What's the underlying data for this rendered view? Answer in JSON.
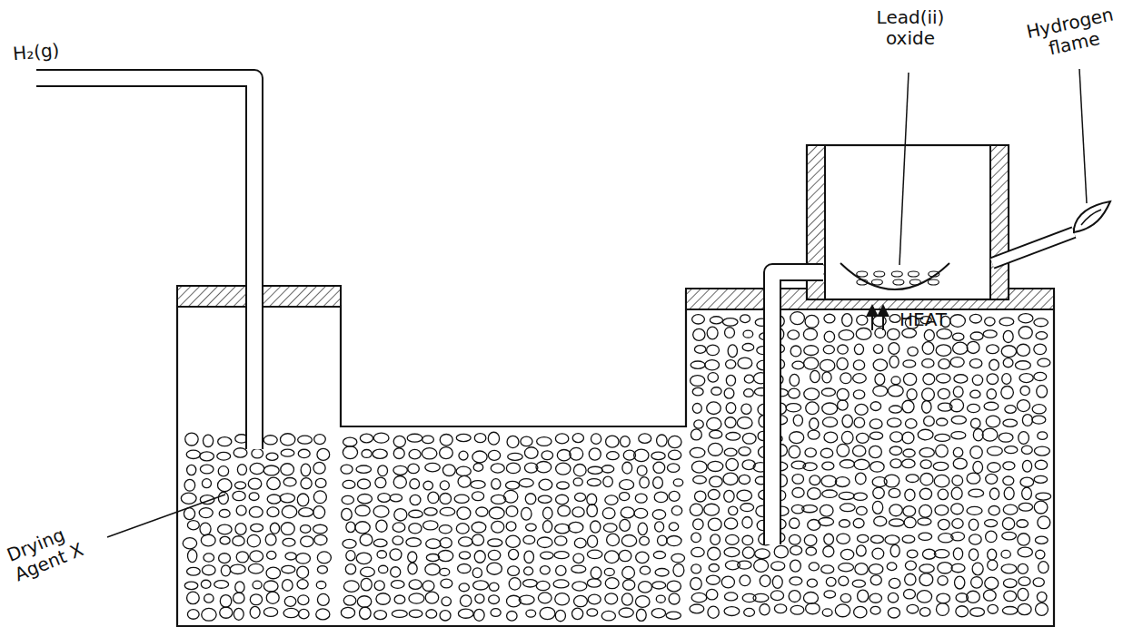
{
  "diagram": {
    "labels": [
      "H₂(g)",
      "Lead(ii) oxide",
      "Hydrogen flame",
      "HEAT",
      "Drying Agent X"
    ]
  }
}
